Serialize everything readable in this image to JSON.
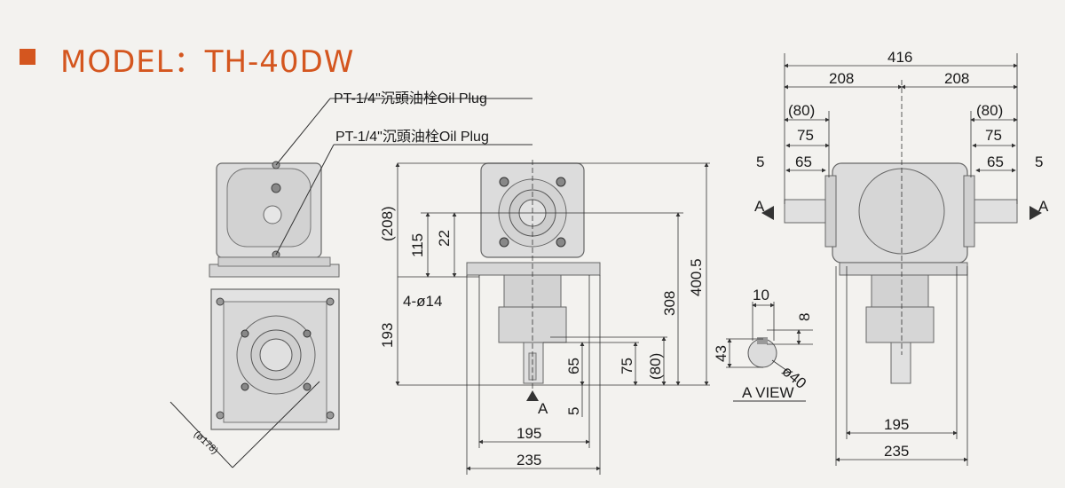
{
  "title": {
    "square_color": "#d4561f",
    "text": "MODEL：TH-40DW",
    "color": "#d4561f"
  },
  "labels": {
    "plug1": "PT-1/4\"沉頭油栓Oil Plug",
    "plug2": "PT-1/4\"沉頭油栓Oil Plug",
    "bolt_holes": "4-ø14",
    "flange_dia": "(ø178)",
    "a_view": "A VIEW",
    "arrow_a": "A"
  },
  "dims": {
    "total_width": "416",
    "half_left": "208",
    "half_right": "208",
    "p80_left": "(80)",
    "p80_right": "(80)",
    "d75_left": "75",
    "d75_right": "75",
    "d65_left": "65",
    "d65_right": "65",
    "d5_left": "5",
    "d5_right": "5",
    "h208": "(208)",
    "h115": "115",
    "h22": "22",
    "h193": "193",
    "h308": "308",
    "h400_5": "400.5",
    "s65": "65",
    "s75": "75",
    "s80": "(80)",
    "s5": "5",
    "w195_mid": "195",
    "w235_mid": "235",
    "w195_right": "195",
    "w235_right": "235",
    "key10": "10",
    "key8": "8",
    "key43": "43",
    "shaft40": "ø40"
  },
  "colors": {
    "body": "#dcdcdc",
    "line": "#333333",
    "dark": "#555555"
  }
}
